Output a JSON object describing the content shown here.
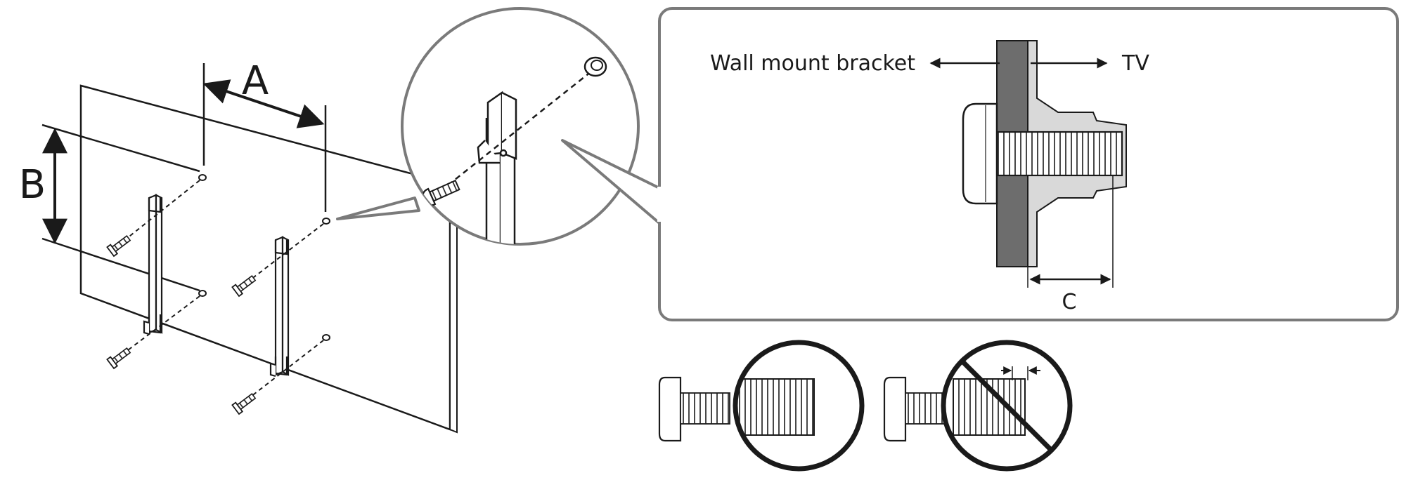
{
  "labels": {
    "dim_a": "A",
    "dim_b": "B",
    "dim_c": "C",
    "wall_mount_bracket": "Wall mount bracket",
    "tv": "TV"
  },
  "colors": {
    "stroke": "#1a1a1a",
    "wall_fill": "#6d6d6d",
    "tv_fill": "#d9d9d9",
    "callout_border": "#555555",
    "screw_fill": "#ffffff",
    "screw_shade": "#bdbdbd"
  },
  "icons": [
    "screw-icon",
    "bracket-icon",
    "magnifier-circle",
    "prohibited-icon",
    "ok-circle-icon"
  ]
}
